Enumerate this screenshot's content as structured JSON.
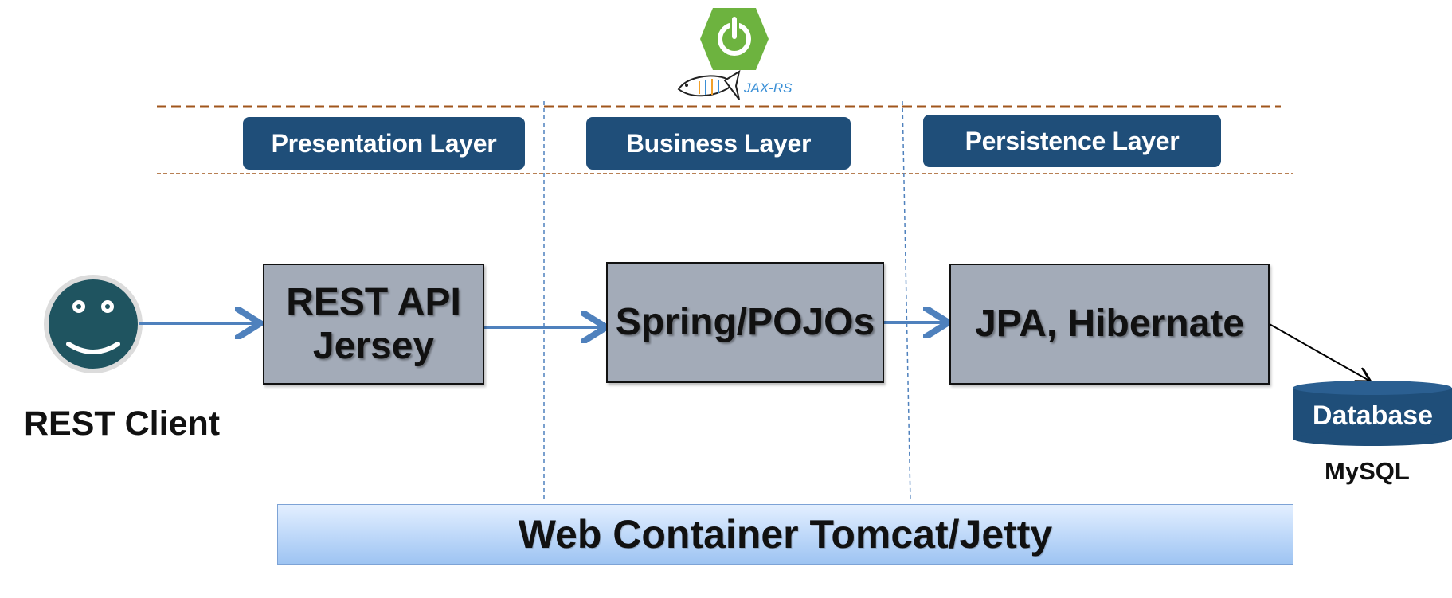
{
  "logos": {
    "spring": {
      "icon": "spring-power-icon",
      "color": "#6db33f"
    },
    "jaxrs": {
      "icon": "jax-rs-fish-icon",
      "text": "JAX-RS",
      "color": "#3a8fd6"
    }
  },
  "layers": {
    "presentation": "Presentation Layer",
    "business": "Business Layer",
    "persistence": "Persistence Layer"
  },
  "components": {
    "rest_api_line1": "REST API",
    "rest_api_line2": "Jersey",
    "spring": "Spring/POJOs",
    "jpa": "JPA, Hibernate"
  },
  "client": {
    "icon": "smiley-face-icon",
    "label": "REST Client"
  },
  "database": {
    "icon": "database-cylinder-icon",
    "label": "Database",
    "sublabel": "MySQL"
  },
  "container": {
    "label": "Web Container Tomcat/Jetty"
  },
  "colors": {
    "header_bg": "#1f4e79",
    "component_bg": "#a3abb8",
    "arrow": "#4f81bd",
    "divider_orange": "#a0561c",
    "divider_blue": "#4f81bd",
    "face": "#1f5460"
  }
}
